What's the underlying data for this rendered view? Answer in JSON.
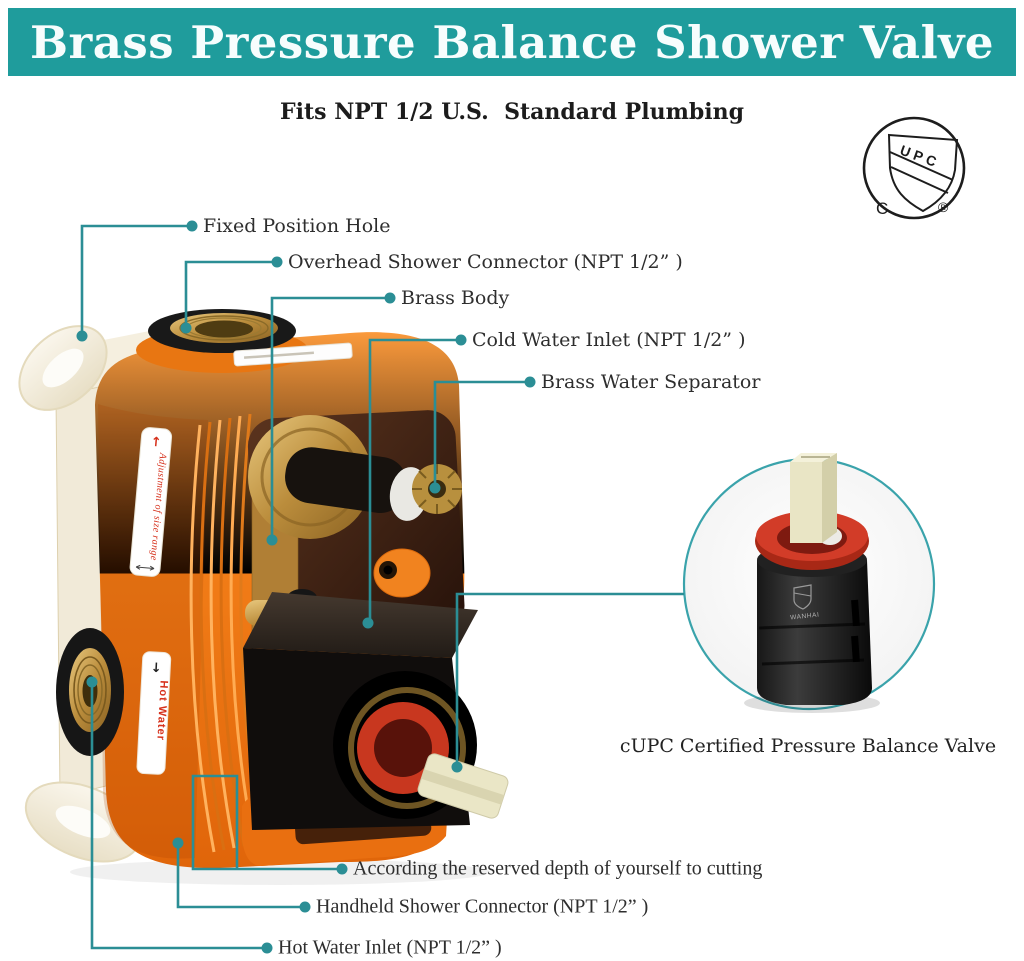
{
  "header": {
    "title": "Brass Pressure Balance Shower Valve",
    "subtitle": "Fits NPT 1/2 U.S.  Standard Plumbing",
    "bg_color": "#1f9c9c",
    "text_color": "#f7fdfd"
  },
  "certification": {
    "band_text": "UPC",
    "left_text": "C",
    "right_text": "®"
  },
  "callouts": [
    {
      "id": "fixed-position-hole",
      "label": "Fixed Position Hole"
    },
    {
      "id": "overhead-shower-connector",
      "label": "Overhead Shower Connector (NPT 1/2” )"
    },
    {
      "id": "brass-body",
      "label": "Brass Body"
    },
    {
      "id": "cold-water-inlet",
      "label": "Cold Water Inlet (NPT 1/2” )"
    },
    {
      "id": "brass-water-separator",
      "label": "Brass Water Separator"
    },
    {
      "id": "depth-cutting",
      "label": "According the reserved depth of yourself to cutting"
    },
    {
      "id": "handheld-shower-connector",
      "label": "Handheld Shower Connector (NPT 1/2” )"
    },
    {
      "id": "hot-water-inlet",
      "label": "Hot Water Inlet (NPT 1/2” )"
    }
  ],
  "inset": {
    "caption": "cUPC Certified Pressure Balance Valve",
    "cartridge_brand": "WANHAI"
  },
  "product_stickers": {
    "adjustment": "Adjustment of size range",
    "hot_water": "Hot Water"
  },
  "icons": {
    "adjustment_arrow": "↑",
    "hot_water_arrow": "↓"
  },
  "colors": {
    "callout_teal": "#2b8e95",
    "inset_ring": "#3aa3ab",
    "header_teal": "#1f9c9c",
    "valve_orange": "#f28022",
    "brass": "#c29a4a",
    "sticker_red": "#d6311c"
  }
}
